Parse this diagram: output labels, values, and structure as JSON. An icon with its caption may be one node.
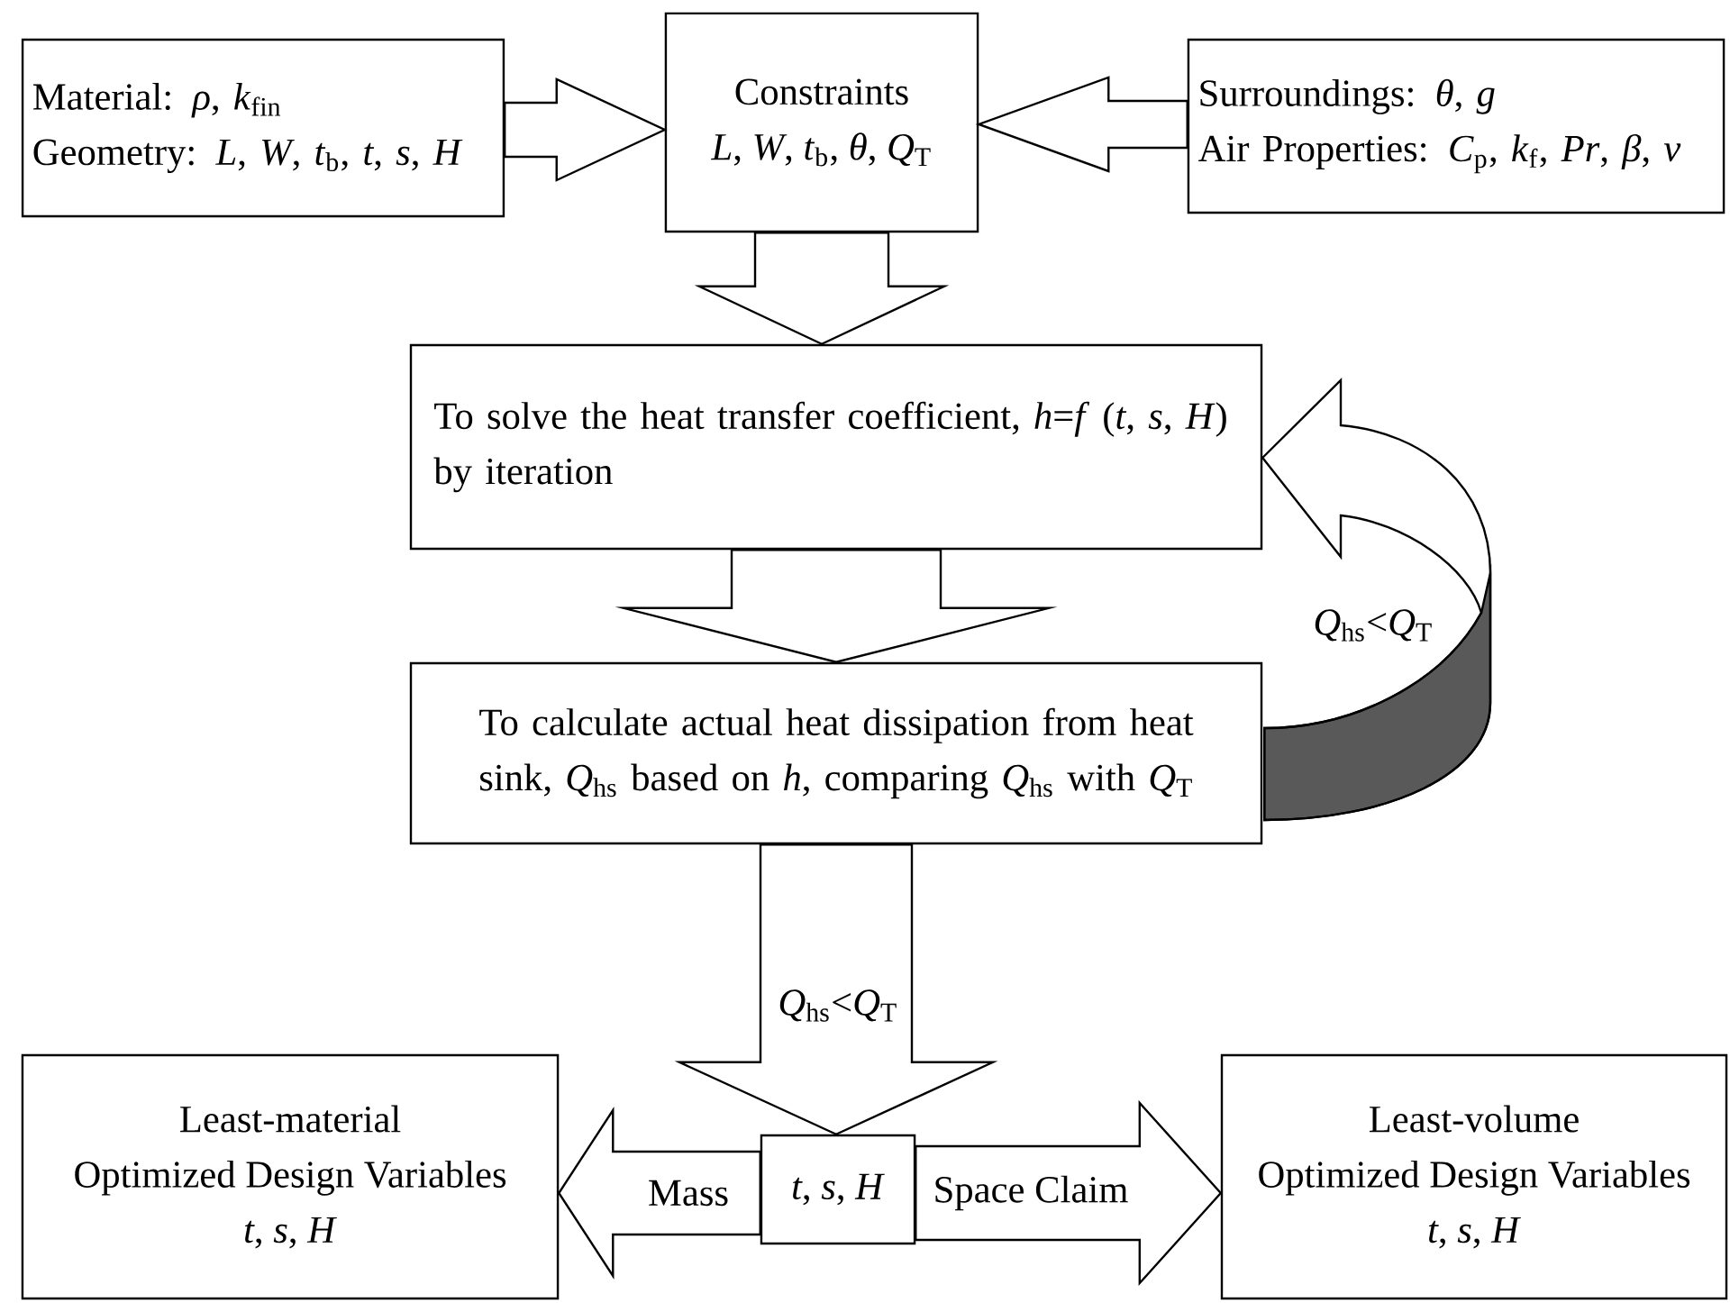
{
  "diagram": {
    "nodes": [
      {
        "text": [
          "Material: *ρ*, *k*$_{fin}$",
          "Geometry: *L*, *W*, *t*$_{b}$, *t*, *s*, *H*"
        ]
      },
      {
        "text": [
          "Constraints",
          "*L*, *W*, *t*$_{b}$, *θ*, *Q*$_{T}$"
        ]
      },
      {
        "text": [
          "Surroundings: *θ*, *g*",
          "Air Properties: *C*$_{p}$, *k*$_{f}$, *Pr*, *β*, *v*"
        ]
      },
      {
        "text": [
          "To solve the heat transfer coefficient, *h*=*f* (*t*, *s*, *H*) by iteration"
        ]
      },
      {
        "text": [
          "To calculate actual heat dissipation from heat sink, *Q*$_{hs}$ based on *h*, comparing *Q*$_{hs}$ with *Q*$_{T}$"
        ]
      },
      {
        "text": [
          "Least-material",
          "Optimized Design Variables",
          "*t*, *s*, *H*"
        ]
      },
      {
        "text": [
          "*t*, *s*, *H*"
        ]
      },
      {
        "text": [
          "Least-volume",
          "Optimized Design Variables",
          "*t*, *s*, *H*"
        ]
      }
    ],
    "edges": [
      {
        "from": 0,
        "to": 1,
        "arrow": "to"
      },
      {
        "from": 2,
        "to": 1,
        "arrow": "to"
      },
      {
        "from": 1,
        "to": 3,
        "arrow": "to"
      },
      {
        "from": 3,
        "to": 4,
        "arrow": "to"
      },
      {
        "from": 4,
        "to": 3,
        "arrow": "to",
        "label": "*Q*$_{hs}$<*Q*$_{T}$"
      },
      {
        "from": 4,
        "to": 6,
        "arrow": "to",
        "label": "*Q*$_{hs}$<*Q*$_{T}$"
      },
      {
        "from": 6,
        "to": 5,
        "arrow": "to",
        "label": "Mass"
      },
      {
        "from": 6,
        "to": 7,
        "arrow": "to",
        "label": "Space Claim"
      }
    ]
  }
}
